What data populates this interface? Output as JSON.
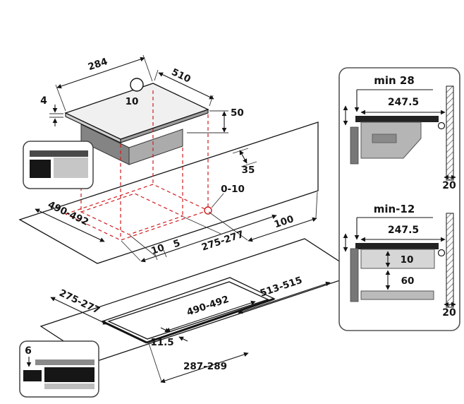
{
  "colors": {
    "projection_red": "#cf1d1f",
    "line_black": "#141414",
    "hob_surface_gray": "#f0f0f0",
    "body_gray": "#9a9a9a",
    "worktop_dark": "#222222"
  },
  "hob": {
    "dim_depth": "284",
    "dim_width": "510",
    "dim_thickness": "4",
    "dim_top": "10",
    "dim_height": "50"
  },
  "worktop": {
    "dim_back_clearance": "35",
    "dim_edge_gap": "0-10",
    "dim_right_clearance": "100",
    "dim_cutout_depth": "490-492",
    "dim_offset_10": "10",
    "dim_offset_5": "5",
    "dim_cutout_width": "275-277"
  },
  "lower_panel": {
    "dim_cutout_width": "275-277",
    "dim_outer_length": "513-515",
    "dim_cutout_length": "490-492",
    "dim_lip": "11.5",
    "dim_outer_width": "287-289"
  },
  "inset_bottom": {
    "dim_edge": "6"
  },
  "details": {
    "top": {
      "title": "min 28",
      "dim_width": "247.5",
      "dim_wall_gap": "20"
    },
    "bottom": {
      "title": "min-12",
      "dim_width": "247.5",
      "dim_body_gap": "10",
      "dim_clearance": "60",
      "dim_wall_gap": "20"
    }
  }
}
